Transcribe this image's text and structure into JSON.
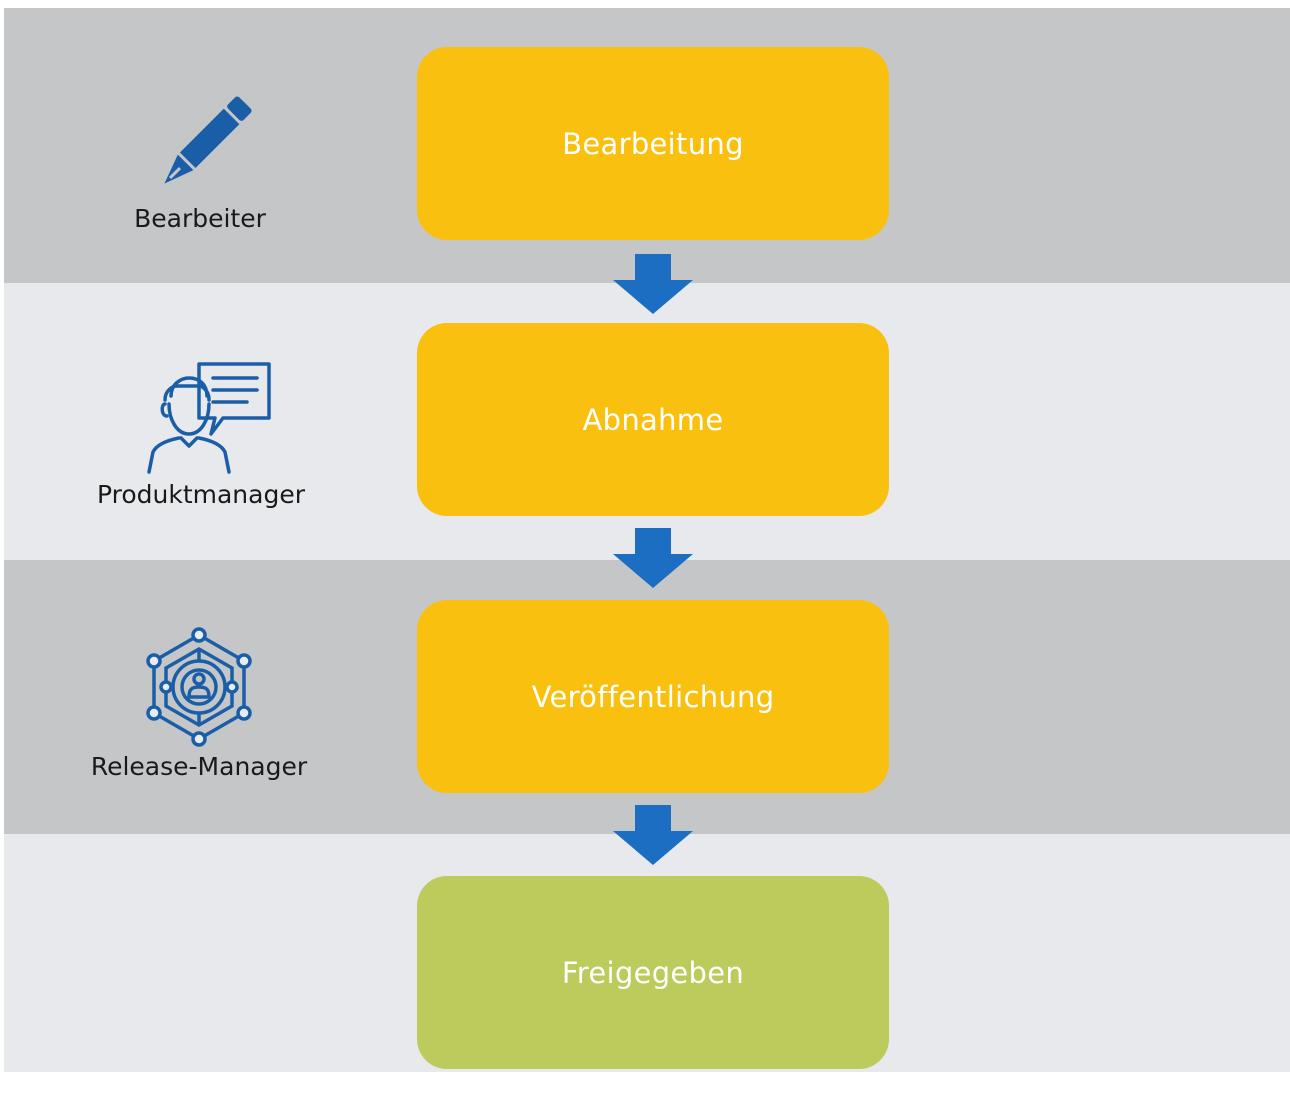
{
  "workflow": {
    "steps": [
      {
        "label": "Bearbeitung",
        "color": "#fac010"
      },
      {
        "label": "Abnahme",
        "color": "#fac010"
      },
      {
        "label": "Veröffentlichung",
        "color": "#fac010"
      },
      {
        "label": "Freigegeben",
        "color": "#bccb5b"
      }
    ],
    "roles": [
      {
        "label": "Bearbeiter",
        "icon": "pencil-icon"
      },
      {
        "label": "Produktmanager",
        "icon": "person-speech-bubble-icon"
      },
      {
        "label": "Release-Manager",
        "icon": "network-person-icon"
      }
    ],
    "colors": {
      "band_dark": "#c5c6c8",
      "band_light": "#e7e9ec",
      "arrow": "#1b6ec2",
      "icon": "#1b5ea8"
    }
  }
}
